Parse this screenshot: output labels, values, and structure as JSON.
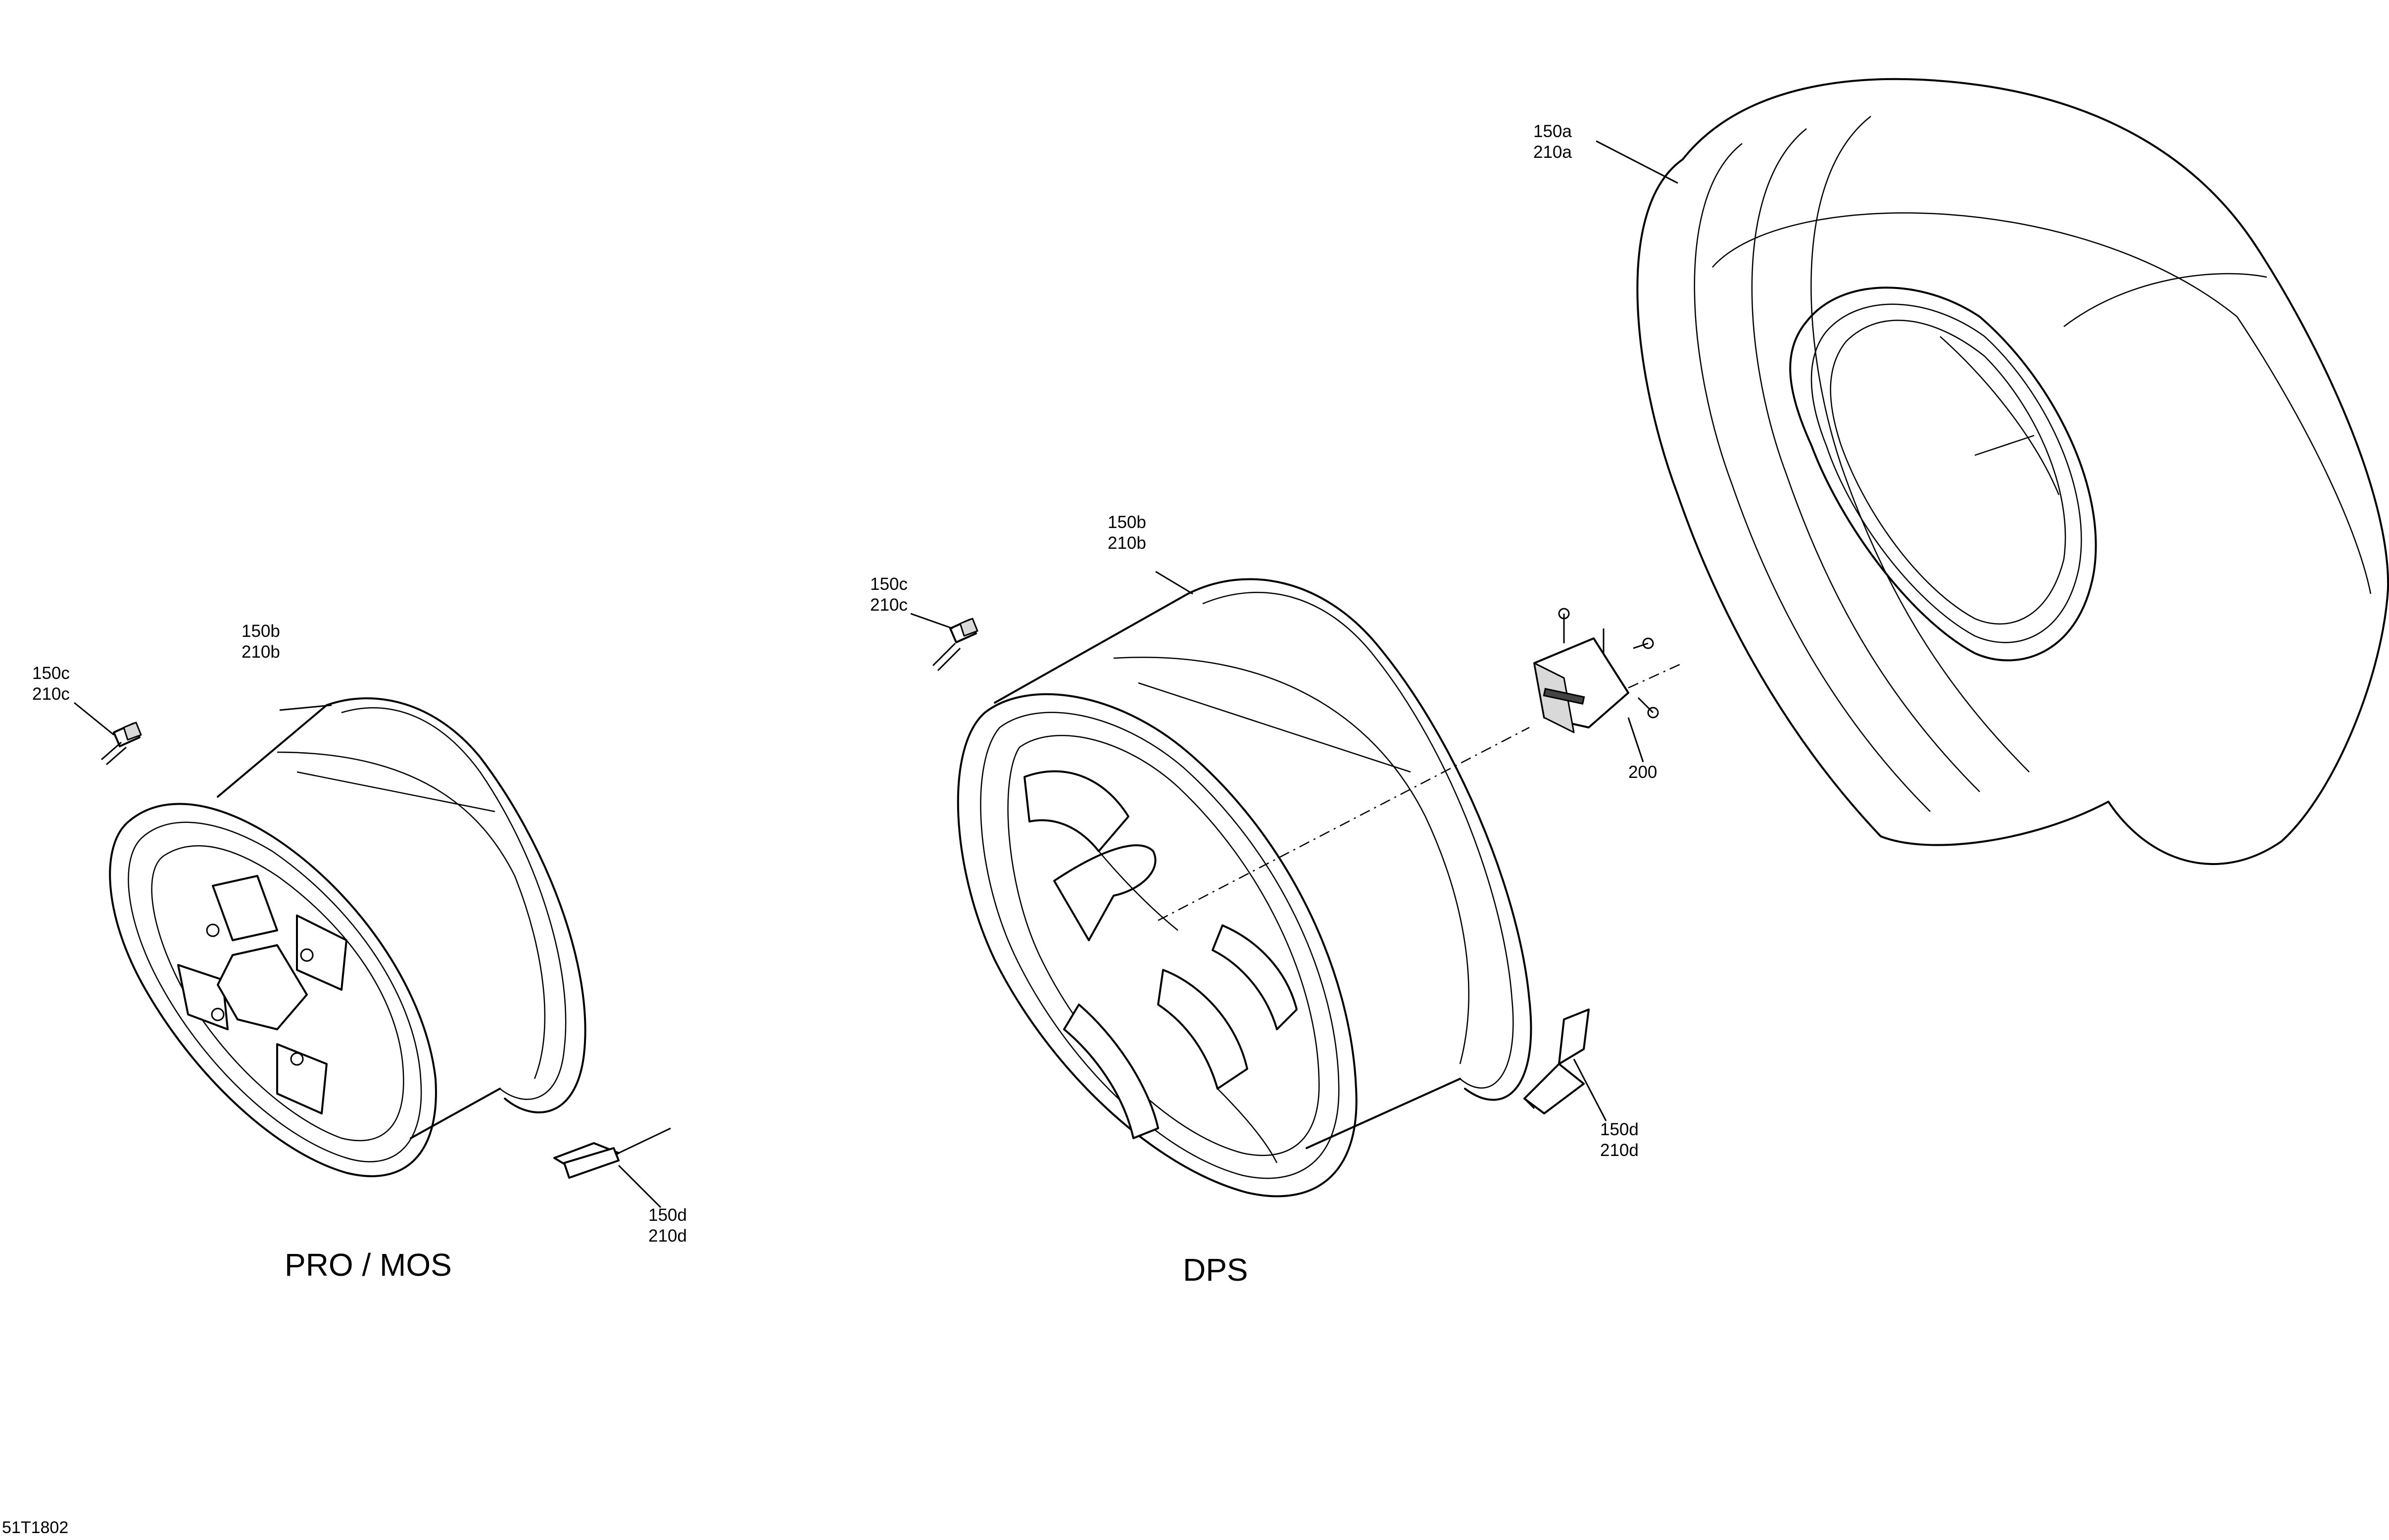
{
  "callouts": {
    "tire": [
      "150a",
      "210a"
    ],
    "pro_rim": [
      "150b",
      "210b"
    ],
    "pro_valve": [
      "150c",
      "210c"
    ],
    "pro_weight": [
      "150d",
      "210d"
    ],
    "dps_rim": [
      "150b",
      "210b"
    ],
    "dps_valve": [
      "150c",
      "210c"
    ],
    "dps_weight": [
      "150d",
      "210d"
    ],
    "hub": [
      "200"
    ]
  },
  "variants": {
    "pro_mos": "PRO / MOS",
    "dps": "DPS"
  },
  "drawing_id": "51T1802"
}
